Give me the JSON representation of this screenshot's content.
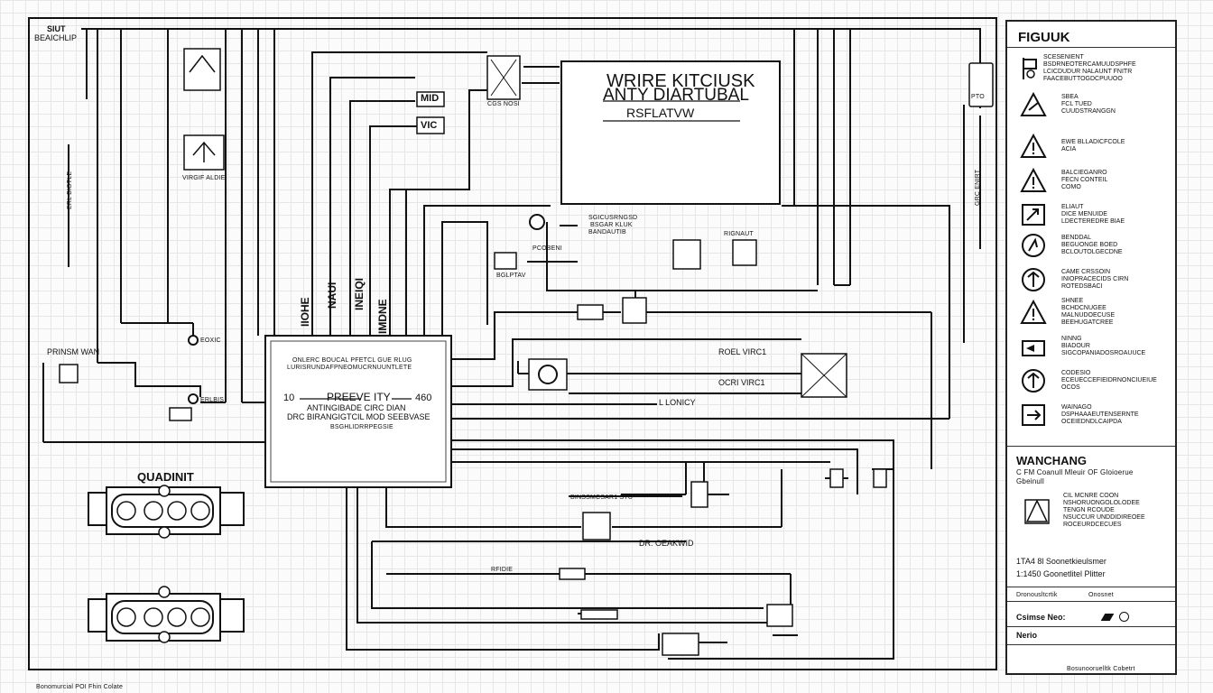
{
  "page": {
    "corner_label": [
      "SIUT",
      "BEAICHLIP"
    ],
    "footer": "Bonomurcial POI Fhin Colate"
  },
  "main_title": {
    "line1": "WRIRE KITCIUSK",
    "line2": "ANTY DIARTUBAL",
    "line3": "RSFLATVW"
  },
  "central_module": {
    "top_text": [
      "ONLERC BOUCAL PFETCL GUE RLUG",
      "LURISRUNDAFPNEOMUCRNUUNTLETE"
    ],
    "left_num": "10",
    "right_num": "460",
    "label": "PREEVE ITY",
    "sub1": "ANTINGIBADE CIRC DIAN",
    "sub2": "DRC BIRANGIGTCIL MOD SEEBVASE",
    "sub3": "BSGHLIDRRPEGSIE"
  },
  "vertical_labels": [
    "IIOHE",
    "NAUI",
    "INEIQI",
    "IMDNE"
  ],
  "left_labels": {
    "side_vertical": "ERL BIOTLE",
    "prinsm": "PRINSM WAN",
    "vflag": "VIRGIF ALDIE",
    "quadrant": "QUADINIT",
    "node1": "EOXIC",
    "node2": "ERLBIS"
  },
  "block_labels": {
    "mid1": "MID",
    "mid2": "VIC",
    "cgs": "CGS NOSI",
    "switch_top": "SGICUSRNGSD",
    "switch_mid": "BSGAR KLUK",
    "switch_bot": "BANDAUTIB",
    "cap": "PCOBENI",
    "bsel": "BGLPTAV",
    "rbox": "RIGNAUT",
    "roi1": "ROEL VIRC1",
    "roi2": "OCRI VIRC1",
    "lonicy": "L LONICY",
    "dr": "DR. OEAKWID",
    "rfid": "RFIDIE",
    "bottom_small": "BINSSMCSAR1 STU",
    "p10": "PTO",
    "right_vertical": "GRC ENIRT"
  },
  "legend": {
    "title": "FIGUUK",
    "items": [
      {
        "icon": "caution-flag-icon",
        "lines": [
          "SCESENIENT",
          "BSDRNEOTERCAMUUDSPHFE",
          "LCICDUDUR NALAUNT FNITR",
          "FAACEBUTTOGDCPUUOO"
        ]
      },
      {
        "icon": "warning-flag-icon",
        "lines": [
          "SBEA",
          "FCL TUED",
          "CUUDSTRANGGN"
        ]
      },
      {
        "icon": "warning-triangle-icon",
        "lines": [
          "EWE BLLADICFCOLE",
          "ACIA"
        ]
      },
      {
        "icon": "warning-triangle-icon",
        "lines": [
          "BALCIEGANRO",
          "FECN CONTEIL",
          "COMO"
        ]
      },
      {
        "icon": "arrow-box-icon",
        "lines": [
          "ELIAUT",
          "DICE MENUIDE",
          "LDECTEREDRE BIAE"
        ]
      },
      {
        "icon": "circle-arrow-icon",
        "lines": [
          "BENDDAL",
          "BEGUONGE BOED",
          "BCLOUTOLGECDNE"
        ]
      },
      {
        "icon": "circle-up-icon",
        "lines": [
          "CAME CRSSOIN",
          "INIOPRACECIDS CIRN",
          "ROTEDSBACI"
        ]
      },
      {
        "icon": "warning-triangle-icon",
        "lines": [
          "SHNEE",
          "BCHDCNUGEE",
          "MALNUDOECUSE",
          "BEEHUGATCREE"
        ]
      }
    ],
    "more_items": [
      {
        "icon": "speaker-icon",
        "lines": [
          "NINNG",
          "BIADOUR",
          "SIGCOPANIADOSROAUUCE"
        ]
      },
      {
        "icon": "circle-up-icon",
        "lines": [
          "CODESIO",
          "ECEUECCEFIEIDRNONCIUEIUE",
          "OCOS"
        ]
      },
      {
        "icon": "arrow-box-icon",
        "lines": [
          "WAINAGO",
          "DSPHAAAEUTENSERNTE",
          "OCEIEDNDLCAIPDA"
        ]
      }
    ],
    "warning_title": "WANCHANG",
    "warning_sub": [
      "C FM Coanull Mleuir OF Gloioerue",
      "Gbeinull"
    ],
    "warning_item": [
      "CIL MCNRE COON",
      "NSHORUONGOLOLODEE",
      "TENGN RCOUDE",
      "NSUCCUR UNDDIDIREOEE",
      "ROCEURDCECUES"
    ],
    "spec1": "1TA4 8l Soonetkieulsmer",
    "spec2": "1:1450 Goonetlitel Plitter",
    "table_header": [
      "Dronousltcrtik",
      "Onosnet"
    ],
    "scale_label": "Csimse Neo:",
    "name_label": "Nerio",
    "bottom_note": "Bosunooruelltk Cobetrt"
  }
}
